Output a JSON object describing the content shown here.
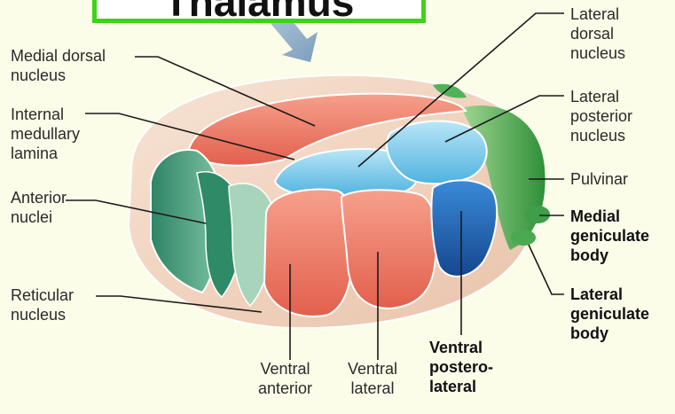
{
  "title": "Thalamus",
  "labels": {
    "medial_dorsal": "Medial dorsal\nnucleus",
    "internal_lamina": "Internal\nmedullary\nlamina",
    "anterior": "Anterior\nnuclei",
    "reticular": "Reticular\nnucleus",
    "lateral_dorsal": "Lateral\ndorsal\nnucleus",
    "lateral_posterior": "Lateral\nposterior\nnucleus",
    "pulvinar": "Pulvinar",
    "medial_geniculate": "Medial\ngeniculate\nbody",
    "lateral_geniculate": "Lateral\ngeniculate\nbody",
    "ventral_anterior": "Ventral\nanterior",
    "ventral_lateral": "Ventral\nlateral",
    "ventral_posterolateral": "Ventral\npostero-\nlateral"
  },
  "colors": {
    "background": "#fbfde9",
    "title_border": "#3ed21a",
    "red_nucleus": "#ec7c68",
    "blue_nucleus": "#6cc6e8",
    "dark_blue": "#1f63b8",
    "green_nucleus": "#3a9a78",
    "pulvinar_green": "#4caa4a",
    "capsule": "#f4d9c6"
  }
}
